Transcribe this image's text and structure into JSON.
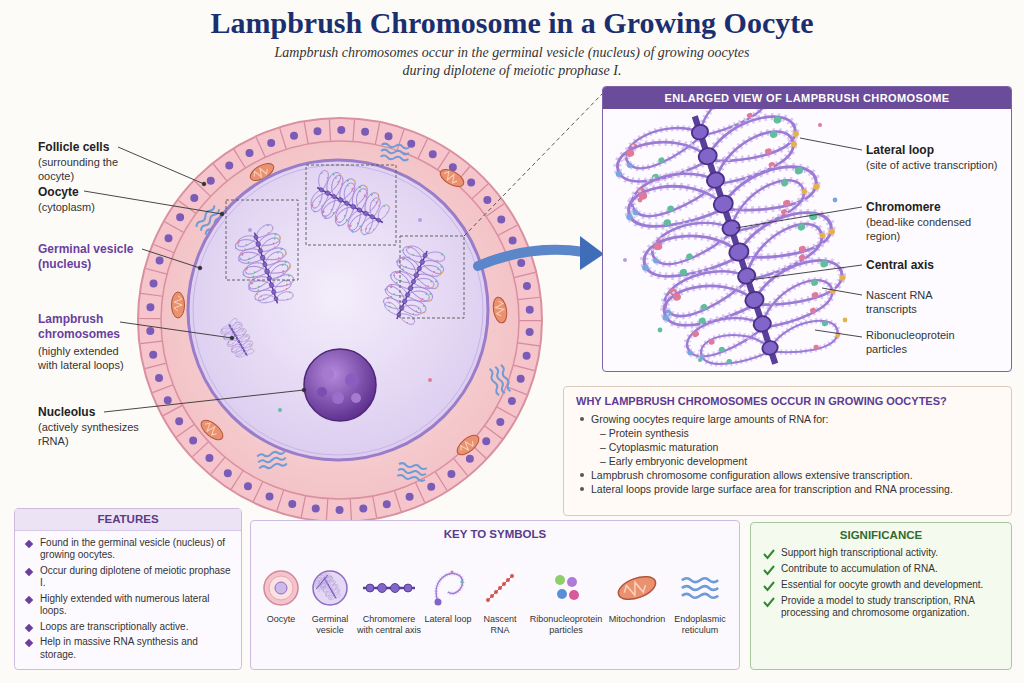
{
  "diagram": {
    "title": "Lampbrush Chromosome in a Growing Oocyte",
    "nodes": [
      {
        "text": [
          "ENLARGED VIEW OF LAMPBRUSH CHROMOSOME"
        ]
      },
      {
        "text": [
          "WHY LAMPBRUSH CHROMOSOMES OCCUR IN GROWING OOCYTES?",
          "Growing oocytes require large amounts of RNA for:",
          "– Protein synthesis",
          "– Cytoplasmic maturation",
          "– Early embryonic development",
          "Lampbrush chromosome configuration allows extensive transcription.",
          "Lateral loops provide large surface area for transcription and RNA processing."
        ]
      },
      {
        "text": [
          "FEATURES",
          "Found in the germinal vesicle (nucleus) of growing oocytes.",
          "Occur during diplotene of meiotic prophase I.",
          "Highly extended with numerous lateral loops.",
          "Loops are transcriptionally active.",
          "Help in massive RNA synthesis and storage."
        ]
      },
      {
        "text": [
          "KEY TO SYMBOLS"
        ]
      },
      {
        "text": [
          "SIGNIFICANCE",
          "Support high transcriptional activity.",
          "Contribute to accumulation of RNA.",
          "Essential for oocyte growth and development.",
          "Provide a model to study transcription, RNA processing and chromosome organization."
        ]
      }
    ],
    "labels": [
      "Lampbrush chromosomes occur in the germinal vesicle (nucleus) of growing oocytes during diplotene of meiotic prophase I.",
      "Follicle cells",
      "(surrounding the oocyte)",
      "Oocyte",
      "(cytoplasm)",
      "Germinal vesicle",
      "(nucleus)",
      "Lampbrush chromosomes",
      "(highly extended with lateral loops)",
      "Nucleolus",
      "(actively synthesizes rRNA)",
      "Lateral loop",
      "(site of active transcription)",
      "Chromomere",
      "(bead-like condensed region)",
      "Central axis",
      "Nascent RNA transcripts",
      "Ribonucleoprotein particles"
    ],
    "legend": [
      {
        "text": "Oocyte"
      },
      {
        "text": "Germinal vesicle"
      },
      {
        "text": "Chromomere with central axis"
      },
      {
        "text": "Lateral loop"
      },
      {
        "text": "Nascent RNA"
      },
      {
        "text": "Ribonucleoprotein particles"
      },
      {
        "text": "Mitochondrion"
      },
      {
        "text": "Endoplasmic reticulum"
      }
    ]
  }
}
